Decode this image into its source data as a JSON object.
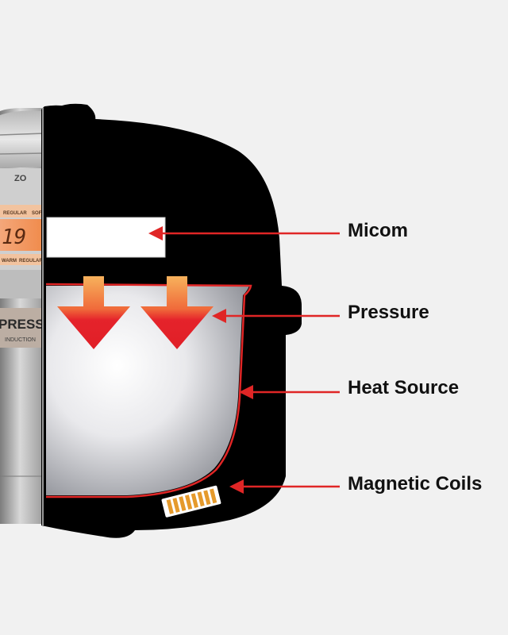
{
  "diagram": {
    "labels": {
      "micom": "Micom",
      "pressure": "Pressure",
      "heat_source": "Heat Source",
      "magnetic_coils": "Magnetic Coils"
    },
    "panel_text": {
      "brand": "ZO",
      "mode_top_regular": "REGULAR",
      "mode_top_soft": "SOF",
      "display_digits": "19",
      "mode_bottom_warm": "WARM",
      "mode_bottom_regular": "REGULAR",
      "badge_main": "PRESSU",
      "badge_sub": "INDUCTION"
    },
    "colors": {
      "background": "#f1f1f1",
      "body": "#000000",
      "arrow_red": "#e0202a",
      "arrow_orange": "#f5a04a",
      "callout_line": "#e02626",
      "display_orange": "#f0965a",
      "coil_orange": "#e59a2c"
    }
  }
}
